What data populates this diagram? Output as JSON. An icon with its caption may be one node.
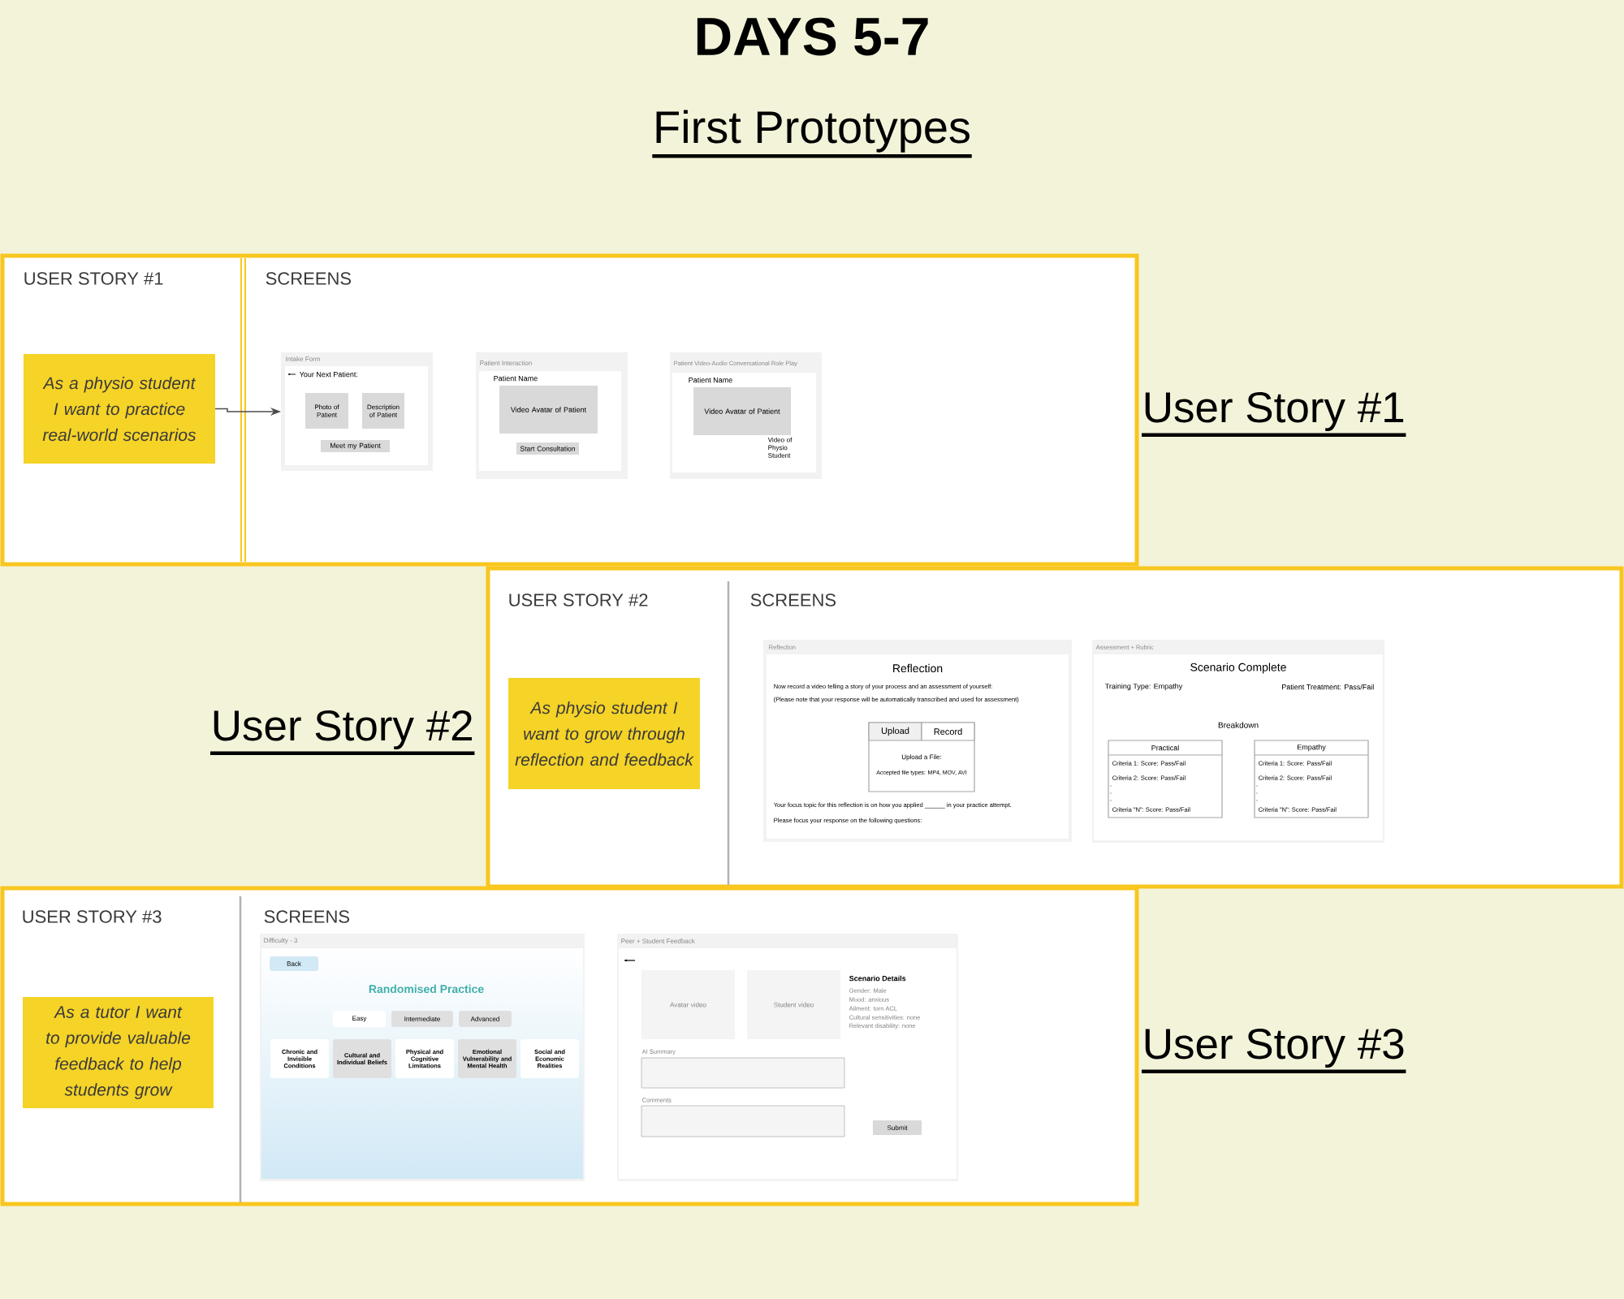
{
  "diagram": {
    "title": "DAYS 5-7",
    "nodes": [
      {
        "text": [
          "USER STORY #1",
          "SCREENS"
        ]
      },
      {
        "text": [
          "As a physio student I want to practice real-world scenarios"
        ],
        "in": 0
      },
      {
        "text": [
          "Intake Form",
          "Your Next Patient:"
        ],
        "in": 0
      },
      {
        "text": [
          "Photo of Patient"
        ],
        "in": 2
      },
      {
        "text": [
          "Description of Patient"
        ],
        "in": 2
      },
      {
        "text": [
          "Meet my Patient"
        ],
        "in": 2
      },
      {
        "text": [
          "Patient Interaction",
          "Patient Name"
        ],
        "in": 0
      },
      {
        "text": [
          "Video Avatar of Patient"
        ],
        "in": 6
      },
      {
        "text": [
          "Start Consultation"
        ],
        "in": 6
      },
      {
        "text": [
          "Patient Video-Audio Conversational Role Play",
          "Patient Name",
          "Video of Physio Student"
        ],
        "in": 0
      },
      {
        "text": [
          "Video Avatar of Patient"
        ],
        "in": 9
      },
      {
        "text": [
          "USER STORY #2",
          "SCREENS"
        ]
      },
      {
        "text": [
          "As physio student I want to grow through reflection and feedback"
        ],
        "in": 11
      },
      {
        "text": [
          "Reflection",
          "Reflection",
          "Now record a video telling a story of your process and an assessment of yourself:",
          "(Please note that your response will be automatically transcribed and used for assessment)",
          "Your focus topic for this reflection is on how you applied ______ in your practice attempt.",
          "Please focus your response on the following questions:"
        ],
        "in": 11
      },
      {
        "text": [
          "Upload a File:",
          "Accepted file types: MP4, MOV, AVI"
        ],
        "in": 13
      },
      {
        "text": [
          "Upload"
        ],
        "in": 14
      },
      {
        "text": [
          "Record"
        ],
        "in": 14
      },
      {
        "text": [
          "Assessment + Rubric",
          "Scenario Complete",
          "Training Type: Empathy",
          "Patient Treatment: Pass/Fail",
          "Breakdown"
        ],
        "in": 11
      },
      {
        "text": [
          "Practical",
          "Criteria 1: Score: Pass/Fail",
          "Criteria 2: Score: Pass/Fail",
          "Criteria \"N\": Score: Pass/Fail"
        ],
        "in": 17
      },
      {
        "text": [
          "Empathy",
          "Criteria 1: Score: Pass/Fail",
          "Criteria 2: Score: Pass/Fail",
          "Criteria \"N\": Score: Pass/Fail"
        ],
        "in": 17
      },
      {
        "text": [
          "USER STORY #3",
          "SCREENS"
        ]
      },
      {
        "text": [
          "As a tutor I want to provide valuable feedback to help students grow"
        ],
        "in": 20
      },
      {
        "text": [
          "Difficulty - 3",
          "Randomised Practice"
        ],
        "in": 20
      },
      {
        "text": [
          "Back"
        ],
        "in": 22
      },
      {
        "text": [
          "Easy"
        ],
        "in": 22
      },
      {
        "text": [
          "Intermediate"
        ],
        "in": 22
      },
      {
        "text": [
          "Advanced"
        ],
        "in": 22
      },
      {
        "text": [
          "Chronic and Invisible Conditions"
        ],
        "in": 22
      },
      {
        "text": [
          "Cultural and Individual Beliefs"
        ],
        "in": 22
      },
      {
        "text": [
          "Physical and Cognitive Limitations"
        ],
        "in": 22
      },
      {
        "text": [
          "Emotional Vulnerability and Mental Health"
        ],
        "in": 22
      },
      {
        "text": [
          "Social and Economic Realities"
        ],
        "in": 22
      },
      {
        "text": [
          "Peer + Student Feedback",
          "Scenario Details",
          "Gender: Male",
          "Mood: anxious",
          "Ailment: torn ACL",
          "Cultural sensitivities: none",
          "Relevant disability: none",
          "AI Summary",
          "Comments"
        ],
        "in": 20
      },
      {
        "text": [
          "Avatar video"
        ],
        "in": 32
      },
      {
        "text": [
          "Student video"
        ],
        "in": 32
      },
      {
        "text": [
          "Submit"
        ],
        "in": 32
      }
    ],
    "edges": [
      {
        "from": 1,
        "to": 2,
        "arrow": "to"
      }
    ],
    "labels": [
      "First Prototypes",
      "User Story #1",
      "User Story #2",
      "User Story #3"
    ]
  }
}
